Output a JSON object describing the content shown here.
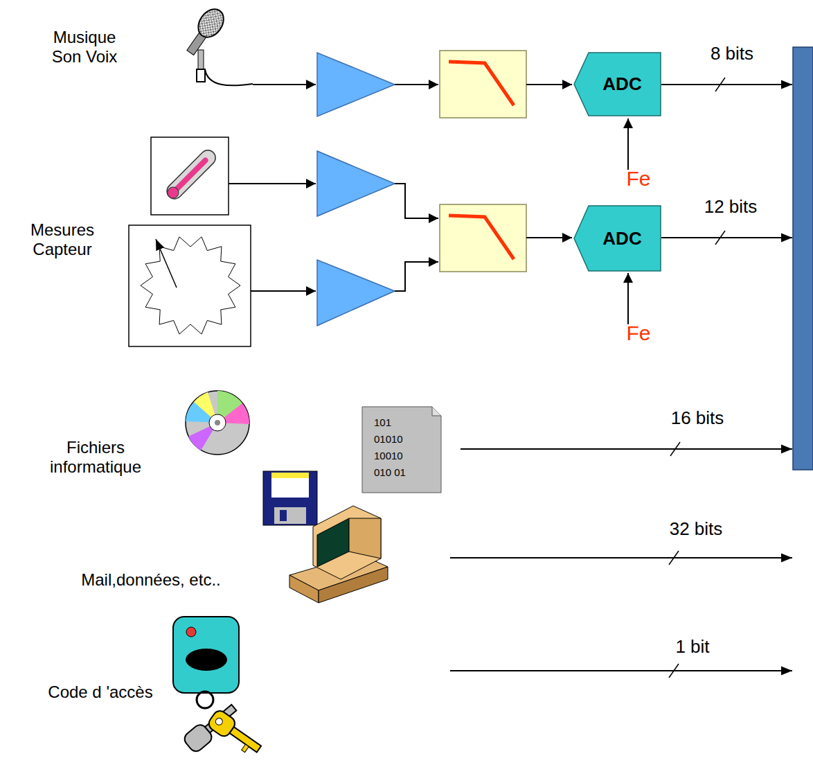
{
  "diagram": {
    "nodes": [
      {
        "text": [
          "ADC"
        ]
      },
      {
        "text": [
          "ADC"
        ]
      },
      {
        "text": [
          "101 01010 10010 010 01"
        ]
      }
    ],
    "labels": [
      "Musique Son Voix",
      "8 bits",
      "Fe",
      "12 bits",
      "Fe",
      "Mesures Capteur",
      "Fichiers informatique",
      "16 bits",
      "32 bits",
      "Mail,données, etc..",
      "1 bit",
      "Code d 'accès"
    ]
  }
}
